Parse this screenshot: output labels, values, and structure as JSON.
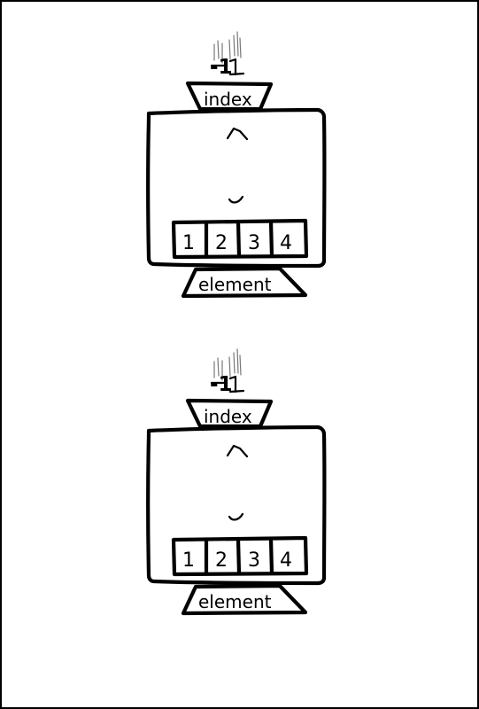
{
  "panels": [
    {
      "top_label": "index",
      "bottom_label": "element",
      "value": "-1",
      "cells": [
        "1",
        "2",
        "3",
        "4"
      ]
    },
    {
      "top_label": "index",
      "bottom_label": "element",
      "value": "-1",
      "cells": [
        "1",
        "2",
        "3",
        "4"
      ]
    }
  ]
}
